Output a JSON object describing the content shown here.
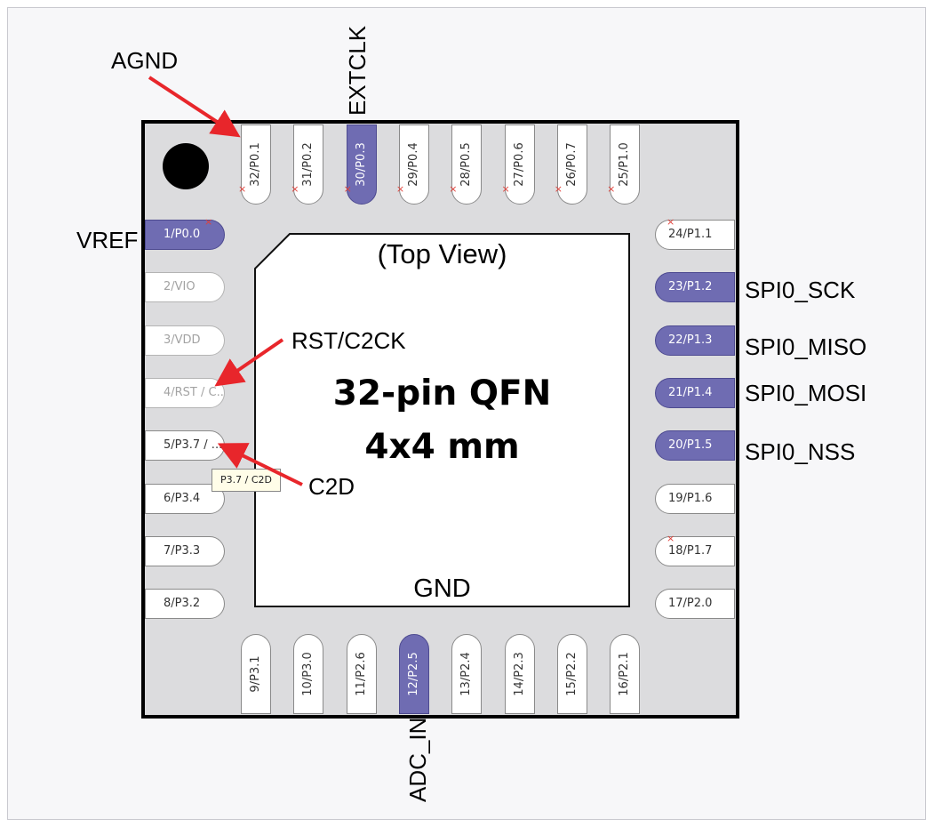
{
  "package": {
    "view_label": "(Top View)",
    "title": "32-pin QFN",
    "size": "4x4 mm",
    "center_label": "GND"
  },
  "pins": {
    "left": [
      {
        "label": "1/P0.0",
        "state": "active",
        "mark": true
      },
      {
        "label": "2/VIO",
        "state": "disabled",
        "mark": false
      },
      {
        "label": "3/VDD",
        "state": "disabled",
        "mark": false
      },
      {
        "label": "4/RST / C...",
        "state": "disabled",
        "mark": false
      },
      {
        "label": "5/P3.7 / ...",
        "state": "normal",
        "mark": false
      },
      {
        "label": "6/P3.4",
        "state": "normal",
        "mark": false
      },
      {
        "label": "7/P3.3",
        "state": "normal",
        "mark": false
      },
      {
        "label": "8/P3.2",
        "state": "normal",
        "mark": false
      }
    ],
    "right": [
      {
        "label": "24/P1.1",
        "state": "normal",
        "mark": true
      },
      {
        "label": "23/P1.2",
        "state": "active",
        "mark": false
      },
      {
        "label": "22/P1.3",
        "state": "active",
        "mark": false
      },
      {
        "label": "21/P1.4",
        "state": "active",
        "mark": false
      },
      {
        "label": "20/P1.5",
        "state": "active",
        "mark": false
      },
      {
        "label": "19/P1.6",
        "state": "normal",
        "mark": false
      },
      {
        "label": "18/P1.7",
        "state": "normal",
        "mark": true
      },
      {
        "label": "17/P2.0",
        "state": "normal",
        "mark": false
      }
    ],
    "top": [
      {
        "label": "32/P0.1",
        "state": "normal",
        "mark": true
      },
      {
        "label": "31/P0.2",
        "state": "normal",
        "mark": true
      },
      {
        "label": "30/P0.3",
        "state": "active",
        "mark": true
      },
      {
        "label": "29/P0.4",
        "state": "normal",
        "mark": true
      },
      {
        "label": "28/P0.5",
        "state": "normal",
        "mark": true
      },
      {
        "label": "27/P0.6",
        "state": "normal",
        "mark": true
      },
      {
        "label": "26/P0.7",
        "state": "normal",
        "mark": true
      },
      {
        "label": "25/P1.0",
        "state": "normal",
        "mark": true
      }
    ],
    "bottom": [
      {
        "label": "9/P3.1",
        "state": "normal",
        "mark": false
      },
      {
        "label": "10/P3.0",
        "state": "normal",
        "mark": false
      },
      {
        "label": "11/P2.6",
        "state": "normal",
        "mark": false
      },
      {
        "label": "12/P2.5",
        "state": "active",
        "mark": false
      },
      {
        "label": "13/P2.4",
        "state": "normal",
        "mark": false
      },
      {
        "label": "14/P2.3",
        "state": "normal",
        "mark": false
      },
      {
        "label": "15/P2.2",
        "state": "normal",
        "mark": false
      },
      {
        "label": "16/P2.1",
        "state": "normal",
        "mark": false
      }
    ]
  },
  "tooltip": "P3.7 / C2D",
  "signals": {
    "agnd": "AGND",
    "extclk": "EXTCLK",
    "vref": "VREF",
    "rst_c2ck": "RST/C2CK",
    "c2d": "C2D",
    "spi_sck": "SPI0_SCK",
    "spi_miso": "SPI0_MISO",
    "spi_mosi": "SPI0_MOSI",
    "spi_nss": "SPI0_NSS",
    "adc_in": "ADC_IN"
  },
  "colors": {
    "active_pin": "#6f6cb2",
    "arrow": "#e8262b",
    "mark": "#e0413a",
    "chip_body": "#dcdcde"
  }
}
